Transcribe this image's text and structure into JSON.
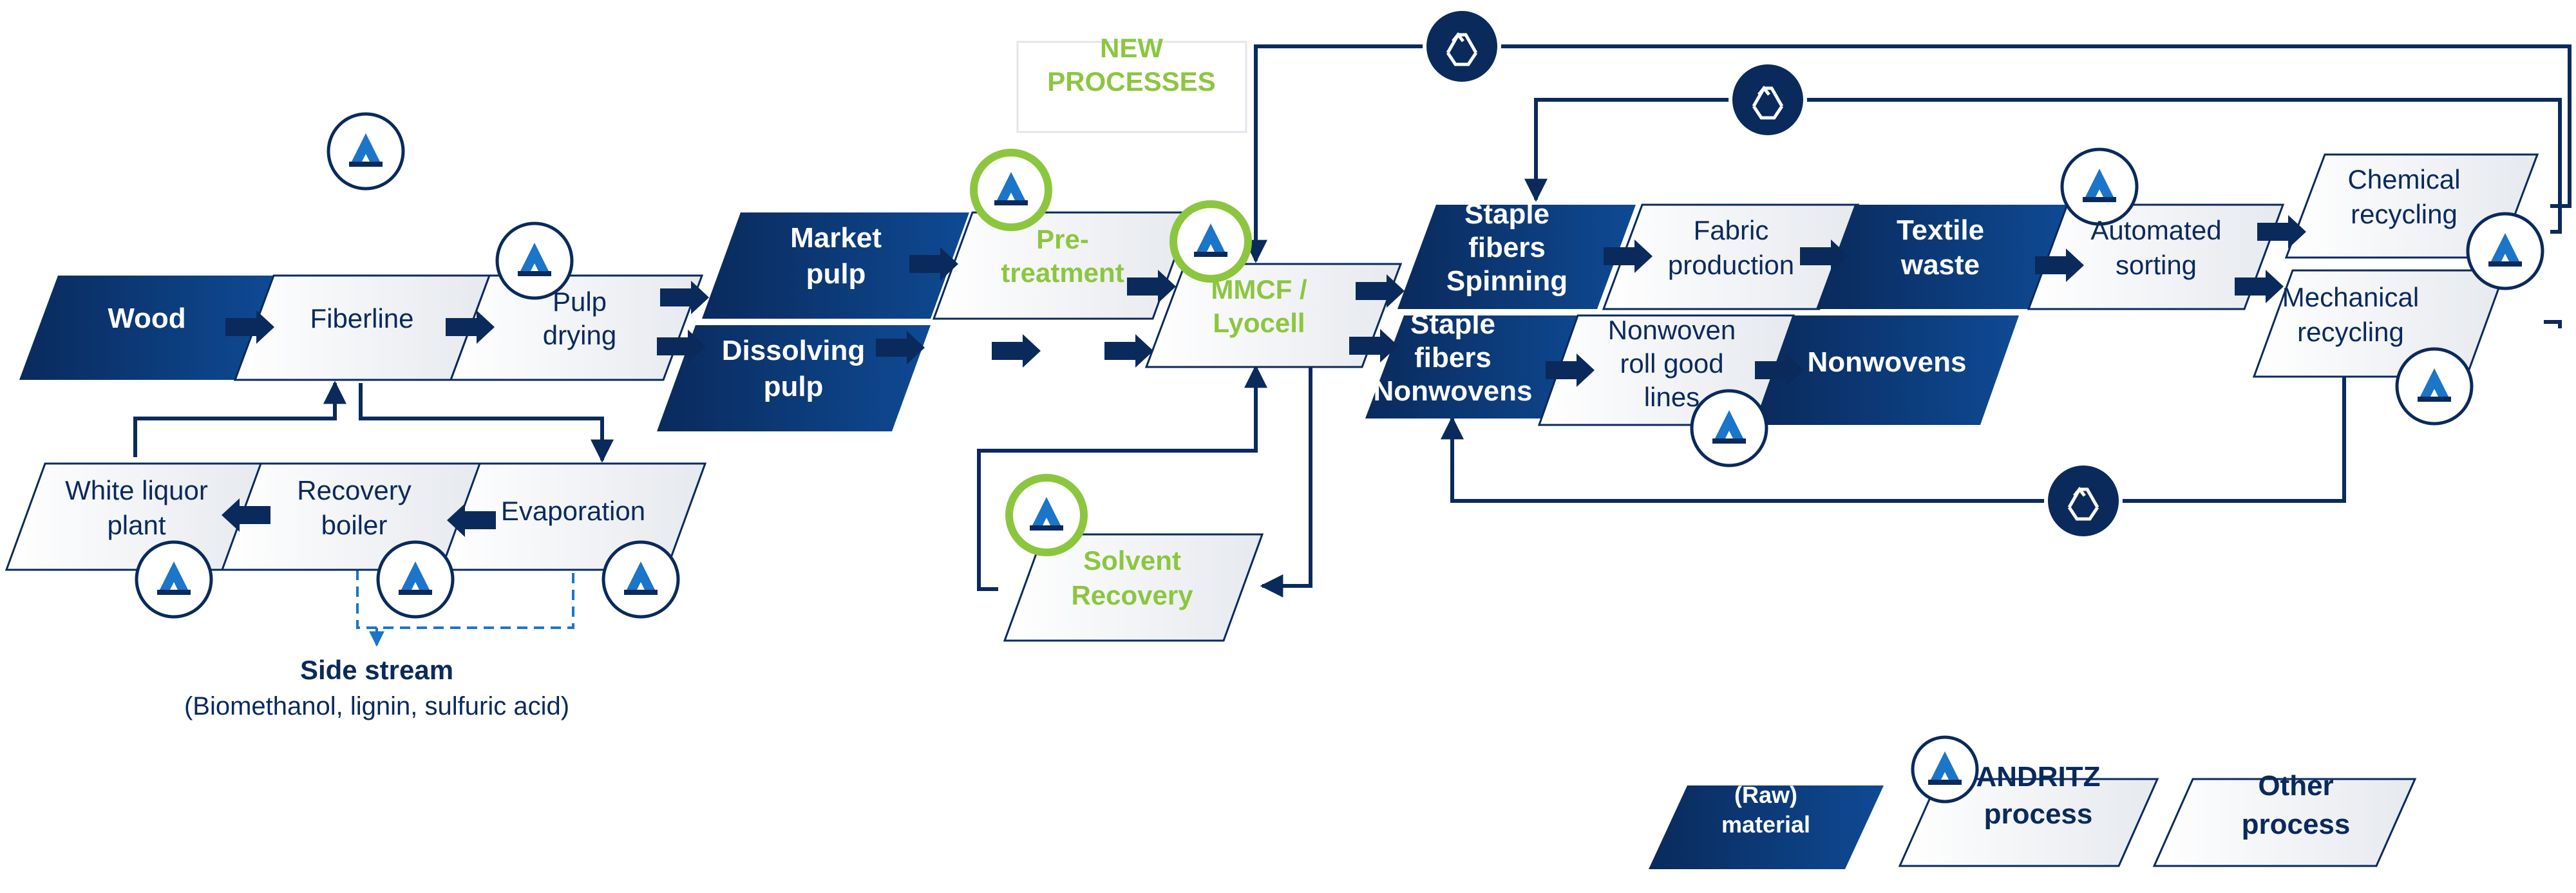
{
  "colors": {
    "dark_navy": "#0a2a5c",
    "mid_blue": "#0a4a9c",
    "andritz_blue": "#1b75c9",
    "green": "#8cc63f",
    "light_shape": "#f2f4f6",
    "border": "#0a2a5c"
  },
  "new_processes": "NEW PROCESSES",
  "nodes": {
    "wood": "Wood",
    "fiberline": "Fiberline",
    "pulp_drying": "Pulp drying",
    "market_pulp": "Market pulp",
    "dissolving_pulp": "Dissolving pulp",
    "pretreatment": "Pre-treatment",
    "mmcf_lyocell": "MMCF / Lyocell",
    "solvent_recovery": "Solvent Recovery",
    "staple_spinning": "Staple fibers Spinning",
    "staple_nonwovens": "Staple fibers Nonwovens",
    "fabric_production": "Fabric production",
    "nonwoven_roll": "Nonwoven roll good lines",
    "textile_waste": "Textile waste",
    "nonwovens": "Nonwovens",
    "automated_sorting": "Automated sorting",
    "chemical_recycling": "Chemical recycling",
    "mechanical_recycling": "Mechanical recycling",
    "white_liquor": "White liquor plant",
    "recovery_boiler": "Recovery boiler",
    "evaporation": "Evaporation"
  },
  "side_stream": {
    "title": "Side stream",
    "detail": "(Biomethanol, lignin, sulfuric acid)"
  },
  "legend": {
    "raw_material": "(Raw) material",
    "andritz_process": "ANDRITZ process",
    "other_process": "Other process"
  },
  "icons": {
    "andritz_logo": "andritz-logo-icon",
    "recycle": "recycle-icon",
    "arrow": "block-arrow-icon"
  }
}
